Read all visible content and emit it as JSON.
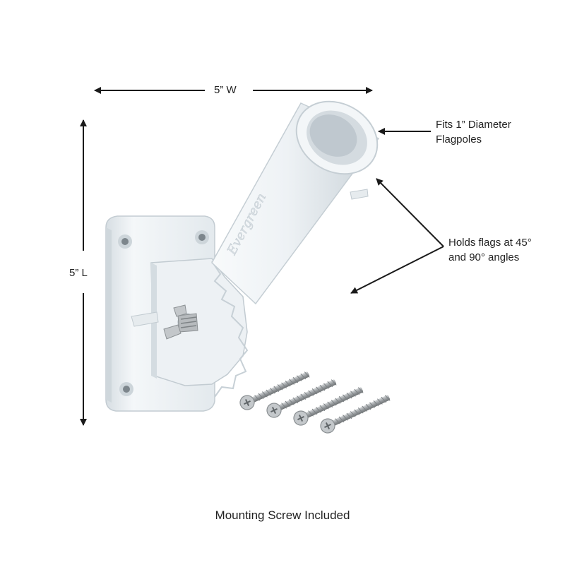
{
  "dimensions": {
    "width_label": "5” W",
    "length_label": "5” L"
  },
  "callouts": {
    "diameter_line1": "Fits 1” Diameter",
    "diameter_line2": "Flagpoles",
    "angles_line1": "Holds flags at 45°",
    "angles_line2": "and 90° angles"
  },
  "product": {
    "brand_embossing": "Evergreen",
    "screw_count": 4
  },
  "caption": "Mounting Screw Included",
  "colors": {
    "background": "#ffffff",
    "text": "#222222",
    "arrow": "#1a1a1a",
    "bracket": "#e9eef1",
    "screw": "#a7abae"
  }
}
